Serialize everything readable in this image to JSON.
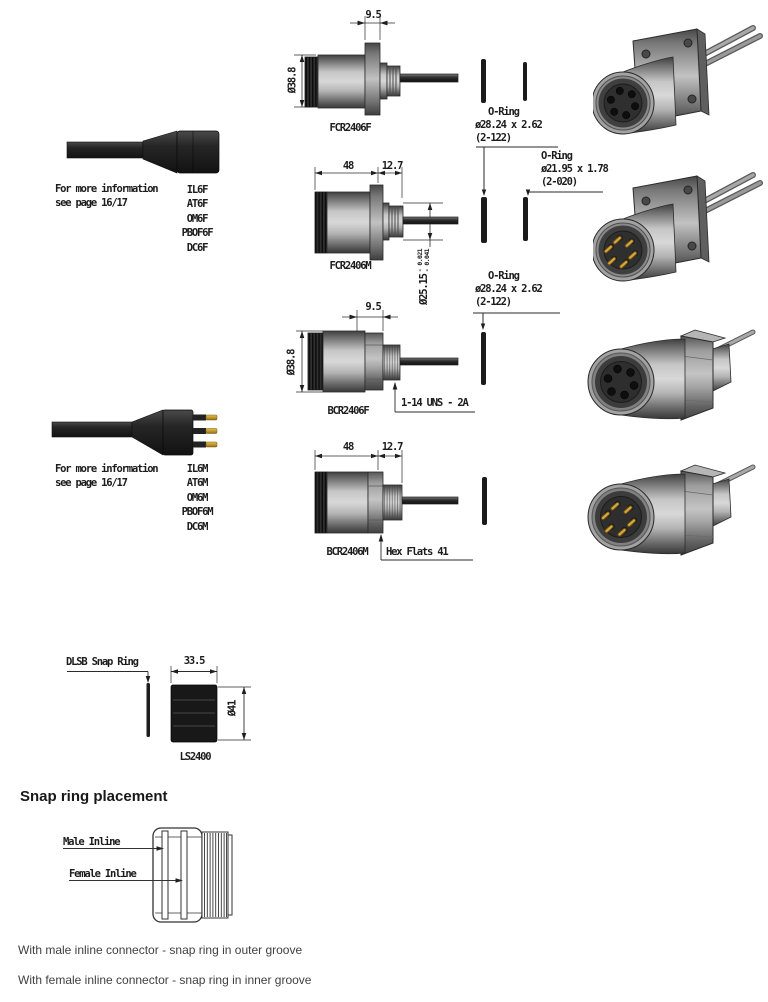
{
  "drawings": {
    "fcr2406f": {
      "label": "FCR2406F",
      "dim_flange": "9.5",
      "dim_dia": "Ø38.8"
    },
    "fcr2406m": {
      "label": "FCR2406M",
      "dim_body": "48",
      "dim_coupler": "12.7",
      "dim_dia": "Ø25.15",
      "tol_upper": "- 0.021",
      "tol_lower": "- 0.041"
    },
    "bcr2406f": {
      "label": "BCR2406F",
      "dim_flange": "9.5",
      "dim_dia": "Ø38.8",
      "thread_note": "1-14 UNS - 2A"
    },
    "bcr2406m": {
      "label": "BCR2406M",
      "dim_body": "48",
      "dim_coupler": "12.7",
      "hex_note": "Hex Flats 41"
    }
  },
  "orings": {
    "top": {
      "name": "O-Ring",
      "size": "ø28.24 x 2.62",
      "code": "(2-122)"
    },
    "mid": {
      "name": "O-Ring",
      "size": "ø21.95 x 1.78",
      "code": "(2-020)"
    },
    "low": {
      "name": "O-Ring",
      "size": "ø28.24 x 2.62",
      "code": "(2-122)"
    }
  },
  "inline_female": {
    "note1": "For more information",
    "note2": "see page 16/17",
    "models": [
      "IL6F",
      "AT6F",
      "OM6F",
      "PBOF6F",
      "DC6F"
    ]
  },
  "inline_male": {
    "note1": "For more information",
    "note2": "see page 16/17",
    "models": [
      "IL6M",
      "AT6M",
      "OM6M",
      "PBOF6M",
      "DC6M"
    ]
  },
  "snapring": {
    "callout": "DLSB Snap Ring",
    "dim_len": "33.5",
    "dim_dia": "Ø41",
    "label": "LS2400"
  },
  "placement": {
    "heading": "Snap ring placement",
    "male_label": "Male Inline",
    "female_label": "Female Inline"
  },
  "footnotes": {
    "male": "With male inline connector - snap ring in outer groove",
    "female": "With female inline connector - snap ring in inner groove"
  },
  "colors": {
    "ink": "#1c1c1c",
    "metal_light": "#d8d8d8",
    "metal_dark": "#3f3f3f",
    "gold": "#c49a2e"
  }
}
